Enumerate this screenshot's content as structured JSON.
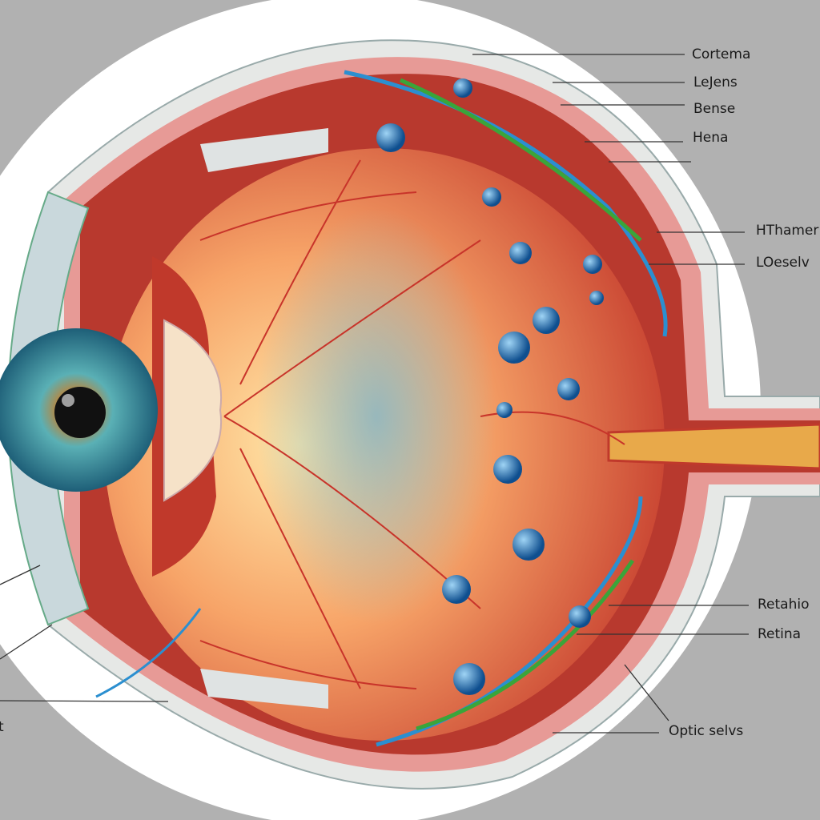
{
  "labels": {
    "cortema": "Cortema",
    "lejens": "LeJens",
    "bense": "Bense",
    "hena": "Hena",
    "hhamer": "HThamer",
    "loeselv": "LOeselv",
    "retahio": "Retahio",
    "retina": "Retina",
    "optic_selvs": "Optic selvs",
    "t": "t"
  },
  "colors": {
    "background": "#b1b1b1",
    "halo": "#ffffff",
    "sclera": "#e9a0a0",
    "vessel_red": "#c8342a",
    "nerve_blue": "#2b8fd0",
    "nerve_green": "#3aa53a",
    "iris": "#2f8a9a",
    "node_blue": "#1f6fb0"
  }
}
